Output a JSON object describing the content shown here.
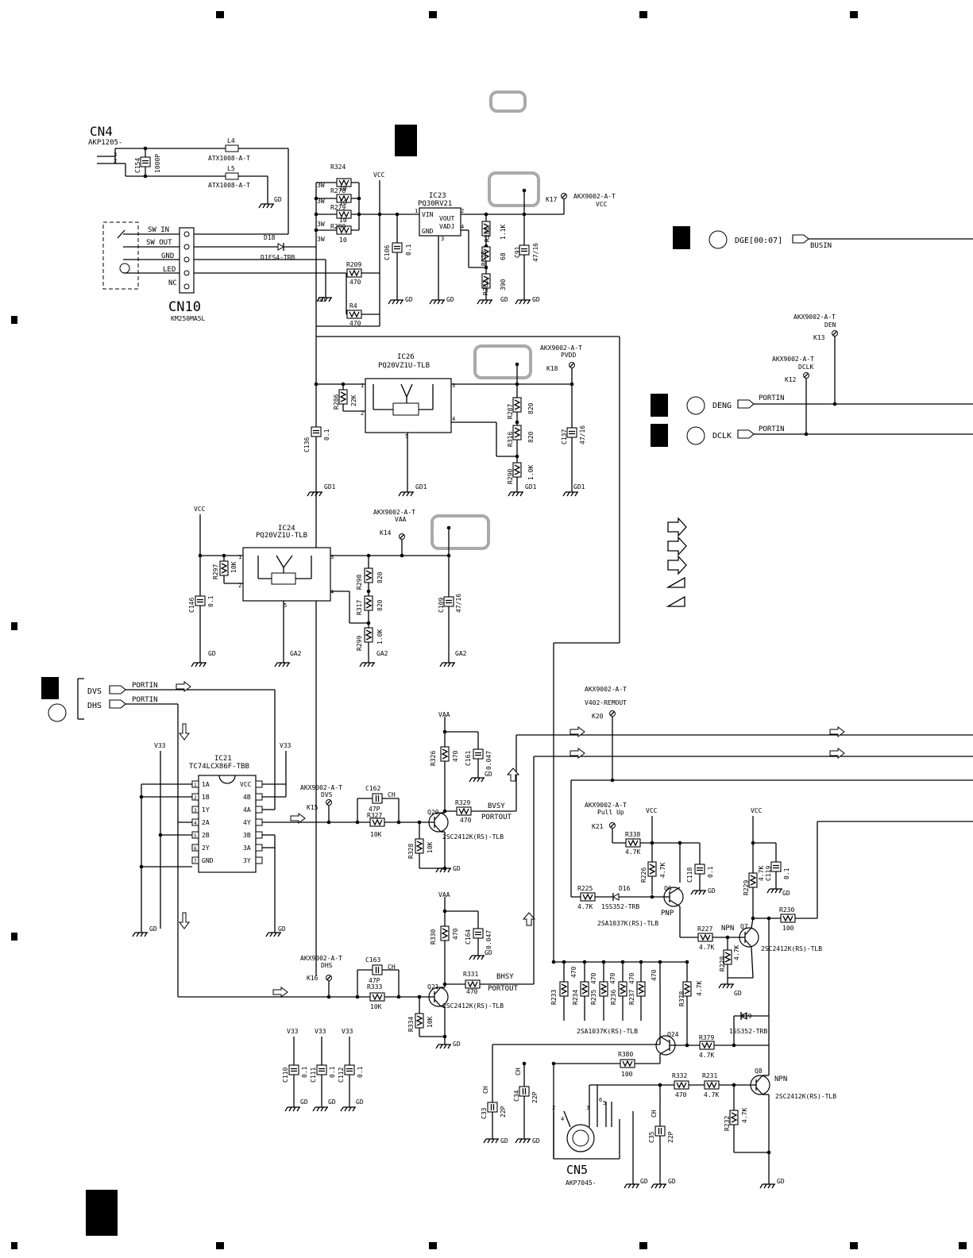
{
  "connectors": {
    "cn4": {
      "ref": "CN4",
      "part": "AKP1205-"
    },
    "cn10": {
      "ref": "CN10",
      "part": "KM250MA5L",
      "pins": [
        "SW IN",
        "SW OUT",
        "GND",
        "LED",
        "NC"
      ]
    },
    "cn5": {
      "ref": "CN5",
      "part": "AKP7045-"
    }
  },
  "ics": {
    "ic23": {
      "ref": "IC23",
      "part": "PQ30RV21",
      "pins": {
        "vin": "VIN",
        "vout": "VOUT",
        "vadj": "VADJ",
        "gnd": "GND"
      }
    },
    "ic26": {
      "ref": "IC26",
      "part": "PQ20VZ1U-TLB"
    },
    "ic24": {
      "ref": "IC24",
      "part": "PQ20VZ1U-TLB"
    },
    "ic21": {
      "ref": "IC21",
      "part": "TC74LCX86F-TBB",
      "left_pins": [
        "1A",
        "1B",
        "1Y",
        "2A",
        "2B",
        "2Y",
        "GND"
      ],
      "right_pins": [
        "VCC",
        "4B",
        "4A",
        "4Y",
        "3B",
        "3A",
        "3Y"
      ]
    }
  },
  "inductors": {
    "l4": {
      "ref": "L4",
      "part": "ATX1008-A-T"
    },
    "l5": {
      "ref": "L5",
      "part": "ATX1008-A-T"
    }
  },
  "resistors": {
    "r324": {
      "ref": "R324",
      "value": "10"
    },
    "r278": {
      "ref": "R278",
      "value": "10"
    },
    "r279": {
      "ref": "R279",
      "value": "10"
    },
    "r280": {
      "ref": "R280",
      "value": "10"
    },
    "r209": {
      "ref": "R209",
      "value": "470"
    },
    "r4": {
      "ref": "R4",
      "value": "470"
    },
    "r281": {
      "ref": "R281",
      "value": "1.1K"
    },
    "r315": {
      "ref": "R315",
      "value": "68"
    },
    "r282": {
      "ref": "R282",
      "value": "390"
    },
    "r286": {
      "ref": "R286",
      "value": "22K"
    },
    "r287": {
      "ref": "R287",
      "value": "820"
    },
    "r316": {
      "ref": "R316",
      "value": "820"
    },
    "r290": {
      "ref": "R290",
      "value": "1.0K"
    },
    "r297": {
      "ref": "R297",
      "value": "10K"
    },
    "r298": {
      "ref": "R298",
      "value": "820"
    },
    "r317": {
      "ref": "R317",
      "value": "820"
    },
    "r299": {
      "ref": "R299",
      "value": "1.0K"
    },
    "r326": {
      "ref": "R326",
      "value": "470"
    },
    "r329": {
      "ref": "R329",
      "value": "470"
    },
    "r327": {
      "ref": "R327",
      "value": "10K"
    },
    "r328": {
      "ref": "R328",
      "value": "10K"
    },
    "r330": {
      "ref": "R330",
      "value": "470"
    },
    "r331": {
      "ref": "R331",
      "value": "470"
    },
    "r333": {
      "ref": "R333",
      "value": "10K"
    },
    "r334": {
      "ref": "R334",
      "value": "10K"
    },
    "r338": {
      "ref": "R338",
      "value": "4.7K"
    },
    "r226": {
      "ref": "R226",
      "value": "4.7K"
    },
    "r225": {
      "ref": "R225",
      "value": "4.7K"
    },
    "r227": {
      "ref": "R227",
      "value": "4.7K"
    },
    "r228": {
      "ref": "R228",
      "value": "4.7K"
    },
    "r229": {
      "ref": "R229",
      "value": "4.7K"
    },
    "r230": {
      "ref": "R230",
      "value": "100"
    },
    "r233": {
      "ref": "R233",
      "value": "470"
    },
    "r234": {
      "ref": "R234",
      "value": "470"
    },
    "r235": {
      "ref": "R235",
      "value": "470"
    },
    "r236": {
      "ref": "R236",
      "value": "470"
    },
    "r237": {
      "ref": "R237",
      "value": "470"
    },
    "r378": {
      "ref": "R378",
      "value": "4.7K"
    },
    "r379": {
      "ref": "R379",
      "value": "4.7K"
    },
    "r380": {
      "ref": "R380",
      "value": "100"
    },
    "r332": {
      "ref": "R332",
      "value": "470"
    },
    "r231": {
      "ref": "R231",
      "value": "4.7K"
    },
    "r232": {
      "ref": "R232",
      "value": "4.7K"
    }
  },
  "capacitors": {
    "c154": {
      "ref": "C154",
      "value": "1000P"
    },
    "c106": {
      "ref": "C106",
      "value": "0.1"
    },
    "c91": {
      "ref": "C91",
      "value": "47/16"
    },
    "c136": {
      "ref": "C136",
      "value": "0.1"
    },
    "c137": {
      "ref": "C137",
      "value": "47/16"
    },
    "c146": {
      "ref": "C146",
      "value": "0.1"
    },
    "c109": {
      "ref": "C109",
      "value": "47/16"
    },
    "c161": {
      "ref": "C161",
      "value": "0.047"
    },
    "c162": {
      "ref": "C162",
      "value": "47P",
      "type": "CH"
    },
    "c164": {
      "ref": "C164",
      "value": "0.047"
    },
    "c163": {
      "ref": "C163",
      "value": "47P",
      "type": "CH"
    },
    "c110": {
      "ref": "C110",
      "value": "0.1"
    },
    "c111": {
      "ref": "C111",
      "value": "0.1"
    },
    "c112": {
      "ref": "C112",
      "value": "0.1"
    },
    "c118": {
      "ref": "C118",
      "value": "0.1"
    },
    "c119": {
      "ref": "C119",
      "value": "0.1"
    },
    "c33": {
      "ref": "C33",
      "value": "22P",
      "type": "CH"
    },
    "c34": {
      "ref": "C34",
      "value": "22P",
      "type": "CH"
    },
    "c35": {
      "ref": "C35",
      "value": "22P",
      "type": "CH"
    }
  },
  "transistors": {
    "q20": {
      "ref": "Q20",
      "part": "2SC2412K(RS)-TLB"
    },
    "q21": {
      "ref": "Q21",
      "part": "2SC2412K(RS)-TLB"
    },
    "q6": {
      "ref": "Q6",
      "type": "PNP",
      "part": "2SA1037K(RS)-TLB"
    },
    "q7": {
      "ref": "Q7",
      "type": "NPN",
      "part": "2SC2412K(RS)-TLB"
    },
    "q24": {
      "ref": "Q24",
      "part": "2SA1037K(RS)-TLB"
    },
    "q8": {
      "ref": "Q8",
      "type": "NPN",
      "part": "2SC2412K(RS)-TLB"
    }
  },
  "diodes": {
    "d18": {
      "ref": "D18",
      "part": "D1FS4-TRB"
    },
    "d16": {
      "ref": "D16",
      "part": "1SS352-TRB"
    },
    "d19": {
      "ref": "D19",
      "part": "1SS352-TRB"
    }
  },
  "test_points": {
    "k17": {
      "ref": "K17",
      "part": "AKX9002-A-T",
      "net": "VCC"
    },
    "k18": {
      "ref": "K18",
      "part": "AKX9002-A-T",
      "net": "PVDD"
    },
    "k14": {
      "ref": "K14",
      "part": "AKX9002-A-T",
      "net": "VAA"
    },
    "k13": {
      "ref": "K13",
      "part": "AKX9002-A-T",
      "net": "DEN"
    },
    "k12": {
      "ref": "K12",
      "part": "AKX9002-A-T",
      "net": "DCLK"
    },
    "k15": {
      "ref": "K15",
      "part": "AKX9002-A-T",
      "net": "DVS"
    },
    "k16": {
      "ref": "K16",
      "part": "AKX9002-A-T",
      "net": "DHS"
    },
    "k20": {
      "ref": "K20",
      "part": "AKX9002-A-T",
      "net": "V402-REMOUT"
    },
    "k21": {
      "ref": "K21",
      "part": "AKX9002-A-T",
      "net": "Pull Up"
    }
  },
  "ports": {
    "dge": {
      "name": "DGE[00:07]",
      "type": "BUSIN"
    },
    "deng": {
      "name": "DENG",
      "type": "PORTIN"
    },
    "dclk": {
      "name": "DCLK",
      "type": "PORTIN"
    },
    "dvs": {
      "name": "DVS",
      "type": "PORTIN"
    },
    "dhs": {
      "name": "DHS",
      "type": "PORTIN"
    },
    "bvsy": {
      "name": "BVSY",
      "type": "PORTOUT"
    },
    "bhsy": {
      "name": "BHSY",
      "type": "PORTOUT"
    }
  },
  "nets": {
    "vcc": "VCC",
    "vaa": "VAA",
    "v33": "V33",
    "gd": "GD",
    "gd1": "GD1",
    "ga2": "GA2",
    "rating_3w": "3W"
  }
}
